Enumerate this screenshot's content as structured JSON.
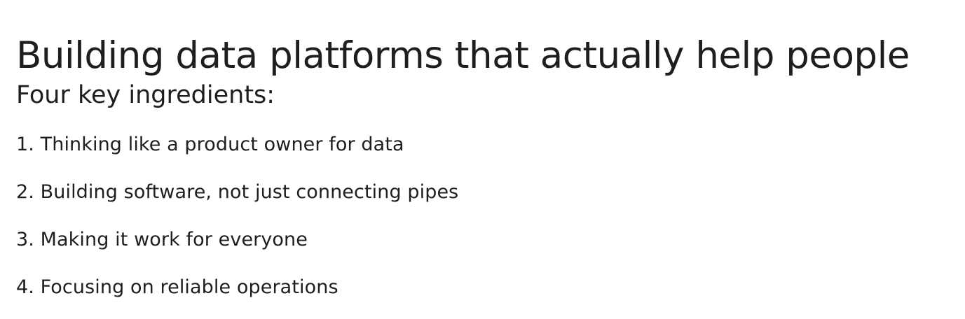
{
  "slide": {
    "title": "Building data platforms that actually help people",
    "subtitle": "Four key ingredients:",
    "background_color": "#ffffff",
    "text_color": "#1e1e1e",
    "items": [
      {
        "text": "1. Thinking like a product owner for data"
      },
      {
        "text": "2. Building software, not just connecting pipes"
      },
      {
        "text": "3. Making it work for everyone"
      },
      {
        "text": "4. Focusing on reliable operations"
      }
    ]
  }
}
